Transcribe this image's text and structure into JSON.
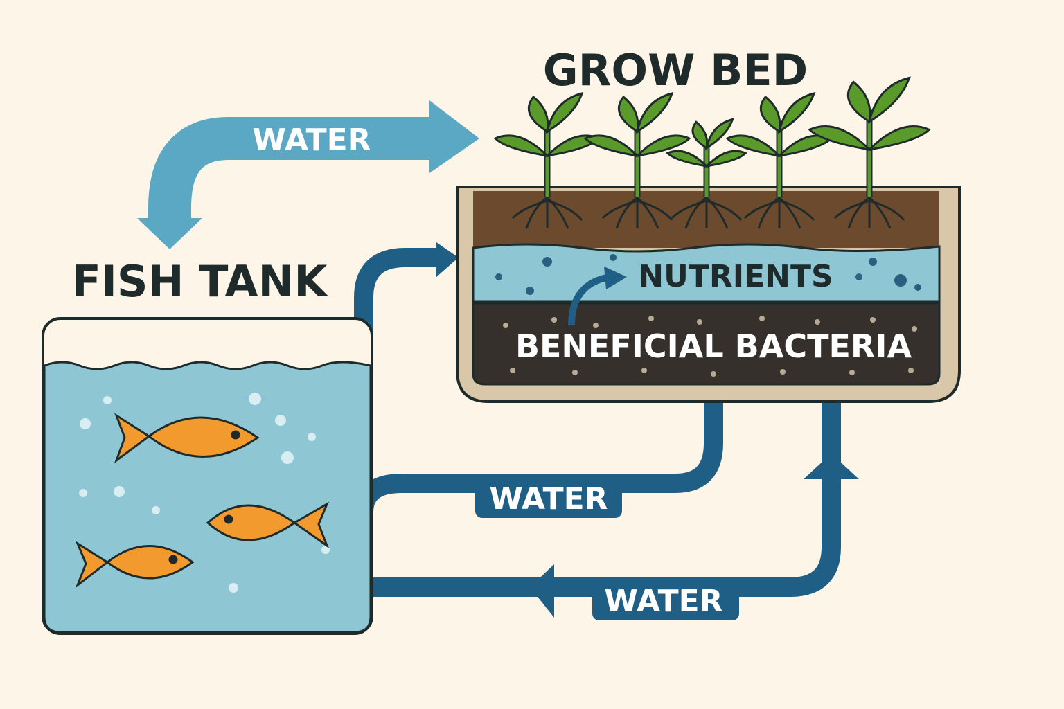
{
  "labels": {
    "grow_bed": "GROW BED",
    "fish_tank": "FISH TANK",
    "water_top": "WATER",
    "water_middle": "WATER",
    "water_bottom": "WATER",
    "nutrients": "NUTRIENTS",
    "bacteria": "BENEFICIAL BACTERIA"
  },
  "colors": {
    "background": "#fdf5e8",
    "light_arrow": "#5aa8c4",
    "pipe": "#1f5f85",
    "water": "#8ec6d4",
    "soil": "#6b4a2e",
    "bacteria_layer": "#35302b",
    "bed_frame": "#d8c7a8",
    "leaf": "#5a9a2a",
    "fish": "#f29a2e",
    "outline": "#1f2b2b"
  }
}
